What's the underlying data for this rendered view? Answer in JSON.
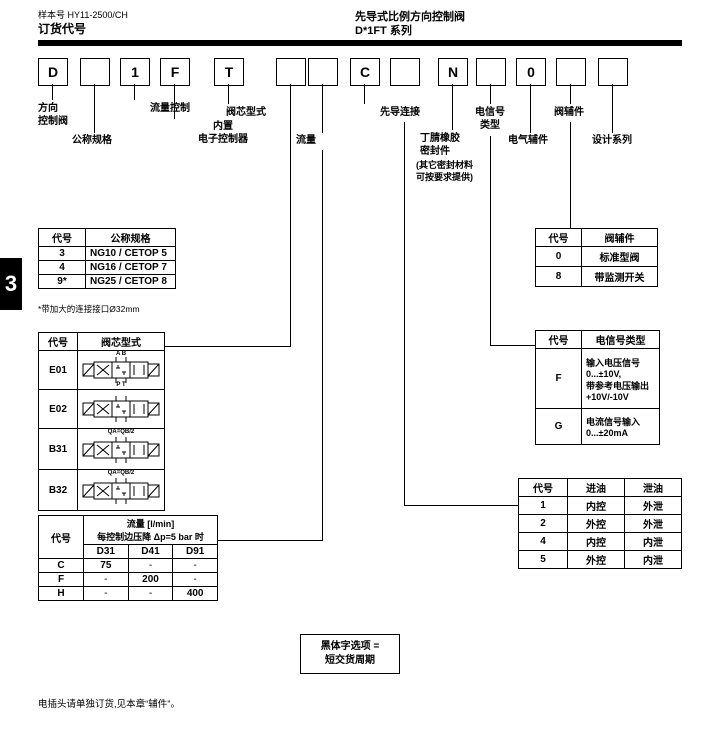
{
  "page": {
    "catalog_no": "样本号 HY11-2500/CH",
    "doc_title": "订货代号",
    "product_title": "先导式比例方向控制阀",
    "series": "D*1FT 系列",
    "chapter": "3",
    "footer_note": "电插头请单独订货,见本章“辅件”。"
  },
  "code_boxes": [
    "D",
    "",
    "1",
    "F",
    "T",
    "",
    "",
    "C",
    "",
    "N",
    "",
    "0",
    "",
    ""
  ],
  "labels": {
    "directional": "方向\n控制阀",
    "nominal": "公称规格",
    "flow_control": "流量控制",
    "onboard": "内置\n电子控制器",
    "spool": "阀芯型式",
    "flow": "流量",
    "pilot": "先导连接",
    "seals_main": "丁腈橡胶\n密封件",
    "seals_alt": "(其它密封材料\n可按要求提供)",
    "signal": "电信号\n类型",
    "elec_acc": "电气辅件",
    "valve_acc": "阀辅件",
    "design": "设计系列"
  },
  "size_table": {
    "headers": [
      "代号",
      "公称规格"
    ],
    "rows": [
      [
        "3",
        "NG10 / CETOP 5"
      ],
      [
        "4",
        "NG16 / CETOP 7"
      ],
      [
        "9*",
        "NG25 / CETOP 8"
      ]
    ],
    "footnote": "*带加大的连接接口Ø32mm"
  },
  "spool_table": {
    "headers": [
      "代号",
      "阀芯型式"
    ],
    "rows": [
      {
        "code": "E01",
        "note_top": "A B",
        "note_bottom": "P T"
      },
      {
        "code": "E02",
        "note_top": "",
        "note_bottom": ""
      },
      {
        "code": "B31",
        "note_top": "QA=QB/2",
        "note_bottom": ""
      },
      {
        "code": "B32",
        "note_top": "QA=QB/2",
        "note_bottom": ""
      }
    ]
  },
  "flow_table": {
    "code_header": "代号",
    "title": "流量 [l/min]\n每控制边压降 Δp=5 bar 时",
    "cols": [
      "D31",
      "D41",
      "D91"
    ],
    "rows": [
      [
        "C",
        "75",
        "-",
        "-"
      ],
      [
        "F",
        "-",
        "200",
        "-"
      ],
      [
        "H",
        "-",
        "-",
        "400"
      ]
    ]
  },
  "valve_acc_table": {
    "headers": [
      "代号",
      "阀辅件"
    ],
    "rows": [
      [
        "0",
        "标准型阀"
      ],
      [
        "8",
        "带监测开关"
      ]
    ]
  },
  "signal_table": {
    "headers": [
      "代号",
      "电信号类型"
    ],
    "rows": [
      [
        "F",
        "输入电压信号\n0...±10V,\n带参考电压输出\n+10V/-10V"
      ],
      [
        "G",
        "电流信号输入\n0...±20mA"
      ]
    ]
  },
  "pilot_table": {
    "headers": [
      "代号",
      "进油",
      "泄油"
    ],
    "rows": [
      [
        "1",
        "内控",
        "外泄"
      ],
      [
        "2",
        "外控",
        "外泄"
      ],
      [
        "4",
        "内控",
        "内泄"
      ],
      [
        "5",
        "外控",
        "内泄"
      ]
    ]
  },
  "note_box": {
    "line1": "黑体字选项 =",
    "line2": "短交货周期"
  }
}
